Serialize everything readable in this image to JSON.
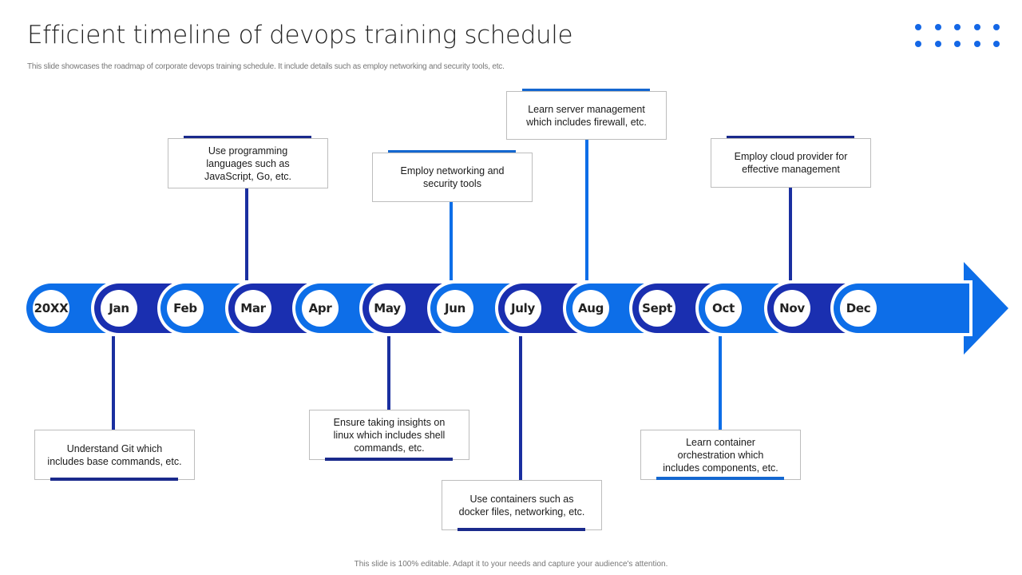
{
  "slide": {
    "title": "Efficient timeline of devops training schedule",
    "subtitle": "This slide showcases the roadmap of corporate devops training schedule. It include details such as employ networking and security tools, etc.",
    "footer": "This slide is 100% editable. Adapt it to your needs and capture your audience's attention.",
    "decoration": {
      "icon": "dot-grid-icon",
      "rows": 2,
      "cols": 5,
      "color": "#1467e6"
    }
  },
  "colors": {
    "light_blue": "#0d6ee8",
    "dark_blue": "#1a2fb0",
    "accent_light": "#1467d0",
    "accent_dark": "#1a2a8c"
  },
  "timeline": {
    "milestones": [
      {
        "label": "20XX",
        "tone": "light"
      },
      {
        "label": "Jan",
        "tone": "dark"
      },
      {
        "label": "Feb",
        "tone": "light"
      },
      {
        "label": "Mar",
        "tone": "dark"
      },
      {
        "label": "Apr",
        "tone": "light"
      },
      {
        "label": "May",
        "tone": "dark"
      },
      {
        "label": "Jun",
        "tone": "light"
      },
      {
        "label": "July",
        "tone": "dark"
      },
      {
        "label": "Aug",
        "tone": "light"
      },
      {
        "label": "Sept",
        "tone": "dark"
      },
      {
        "label": "Oct",
        "tone": "light"
      },
      {
        "label": "Nov",
        "tone": "dark"
      },
      {
        "label": "Dec",
        "tone": "light"
      }
    ],
    "events": [
      {
        "month": "Jan",
        "position": "below",
        "tone": "dark",
        "text": "Understand Git which\nincludes base commands, etc."
      },
      {
        "month": "Mar",
        "position": "above",
        "tone": "dark",
        "text": "Use programming\nlanguages  such as\nJavaScript,  Go, etc."
      },
      {
        "month": "May",
        "position": "below",
        "tone": "dark",
        "text": "Ensure taking insights on\nlinux which includes shell\ncommands, etc."
      },
      {
        "month": "Jun",
        "position": "above",
        "tone": "light",
        "text": "Employ networking  and\nsecurity tools"
      },
      {
        "month": "July",
        "position": "below",
        "tone": "dark",
        "text": "Use containers  such as\ndocker files, networking,  etc."
      },
      {
        "month": "Aug",
        "position": "above",
        "tone": "light",
        "text": "Learn server  management\nwhich includes firewall,  etc."
      },
      {
        "month": "Oct",
        "position": "below",
        "tone": "light",
        "text": "Learn container\norchestration which\nincludes components, etc."
      },
      {
        "month": "Nov",
        "position": "above",
        "tone": "dark",
        "text": "Employ cloud provider  for\neffective  management"
      }
    ]
  }
}
